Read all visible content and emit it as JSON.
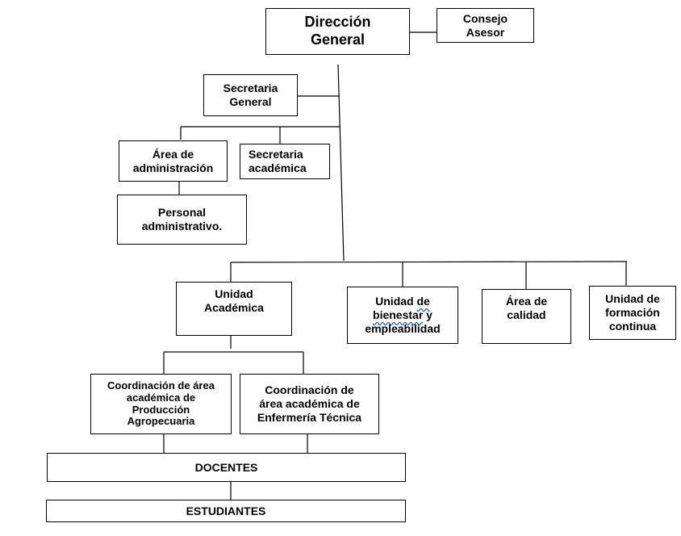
{
  "nodes": {
    "direccion_general": "Dirección\nGeneral",
    "consejo_asesor": "Consejo\nAsesor",
    "secretaria_general": "Secretaria\nGeneral",
    "area_administracion": "Área de\nadministración",
    "secretaria_academica": "Secretaria\nacadémica",
    "personal_administrativo": "Personal\nadministrativo.",
    "unidad_academica": "Unidad\nAcadémica",
    "unidad_bienestar": {
      "line1_pre": "Unidad ",
      "line1_ul": "de",
      "line2_ul": "bienestar",
      "line2_post": " y",
      "line3": "empleabilidad"
    },
    "area_calidad": "Área de\ncalidad",
    "unidad_formacion": "Unidad de\nformación\ncontinua",
    "coord_produccion": "Coordinación de área\nacadémica de\nProducción\nAgropecuaria",
    "coord_enfermeria": "Coordinación de\nárea académica de\nEnfermería Técnica",
    "docentes": "DOCENTES",
    "estudiantes": "ESTUDIANTES"
  }
}
